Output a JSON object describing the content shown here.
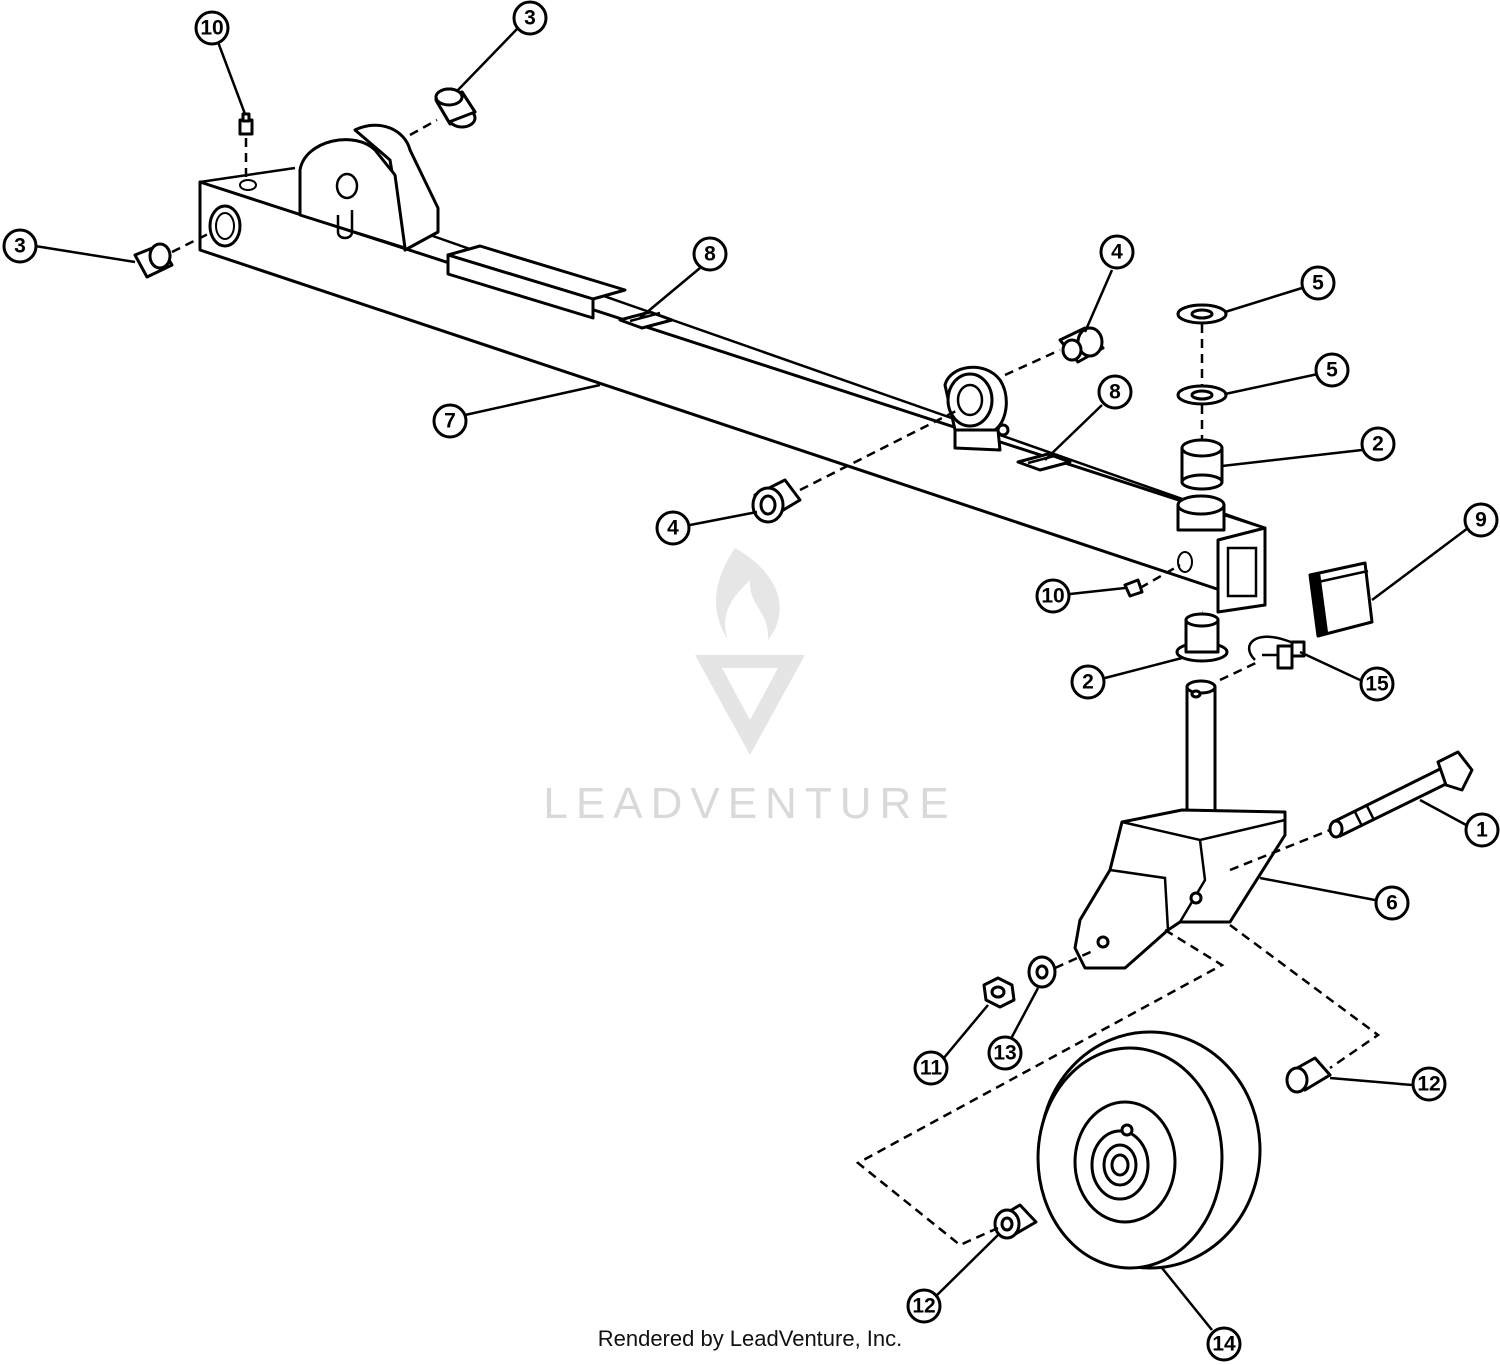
{
  "watermark": {
    "text": "LEADVENTURE",
    "color": "#d9d9d9"
  },
  "credit": "Rendered by LeadVenture, Inc.",
  "callouts": [
    {
      "id": "c10a",
      "label": "10"
    },
    {
      "id": "c3a",
      "label": "3"
    },
    {
      "id": "c3b",
      "label": "3"
    },
    {
      "id": "c8a",
      "label": "8"
    },
    {
      "id": "c4a",
      "label": "4"
    },
    {
      "id": "c5a",
      "label": "5"
    },
    {
      "id": "c5b",
      "label": "5"
    },
    {
      "id": "c7",
      "label": "7"
    },
    {
      "id": "c8b",
      "label": "8"
    },
    {
      "id": "c2a",
      "label": "2"
    },
    {
      "id": "c4b",
      "label": "4"
    },
    {
      "id": "c9",
      "label": "9"
    },
    {
      "id": "c10b",
      "label": "10"
    },
    {
      "id": "c2b",
      "label": "2"
    },
    {
      "id": "c15",
      "label": "15"
    },
    {
      "id": "c1",
      "label": "1"
    },
    {
      "id": "c6",
      "label": "6"
    },
    {
      "id": "c11",
      "label": "11"
    },
    {
      "id": "c13",
      "label": "13"
    },
    {
      "id": "c12a",
      "label": "12"
    },
    {
      "id": "c12b",
      "label": "12"
    },
    {
      "id": "c14",
      "label": "14"
    }
  ]
}
